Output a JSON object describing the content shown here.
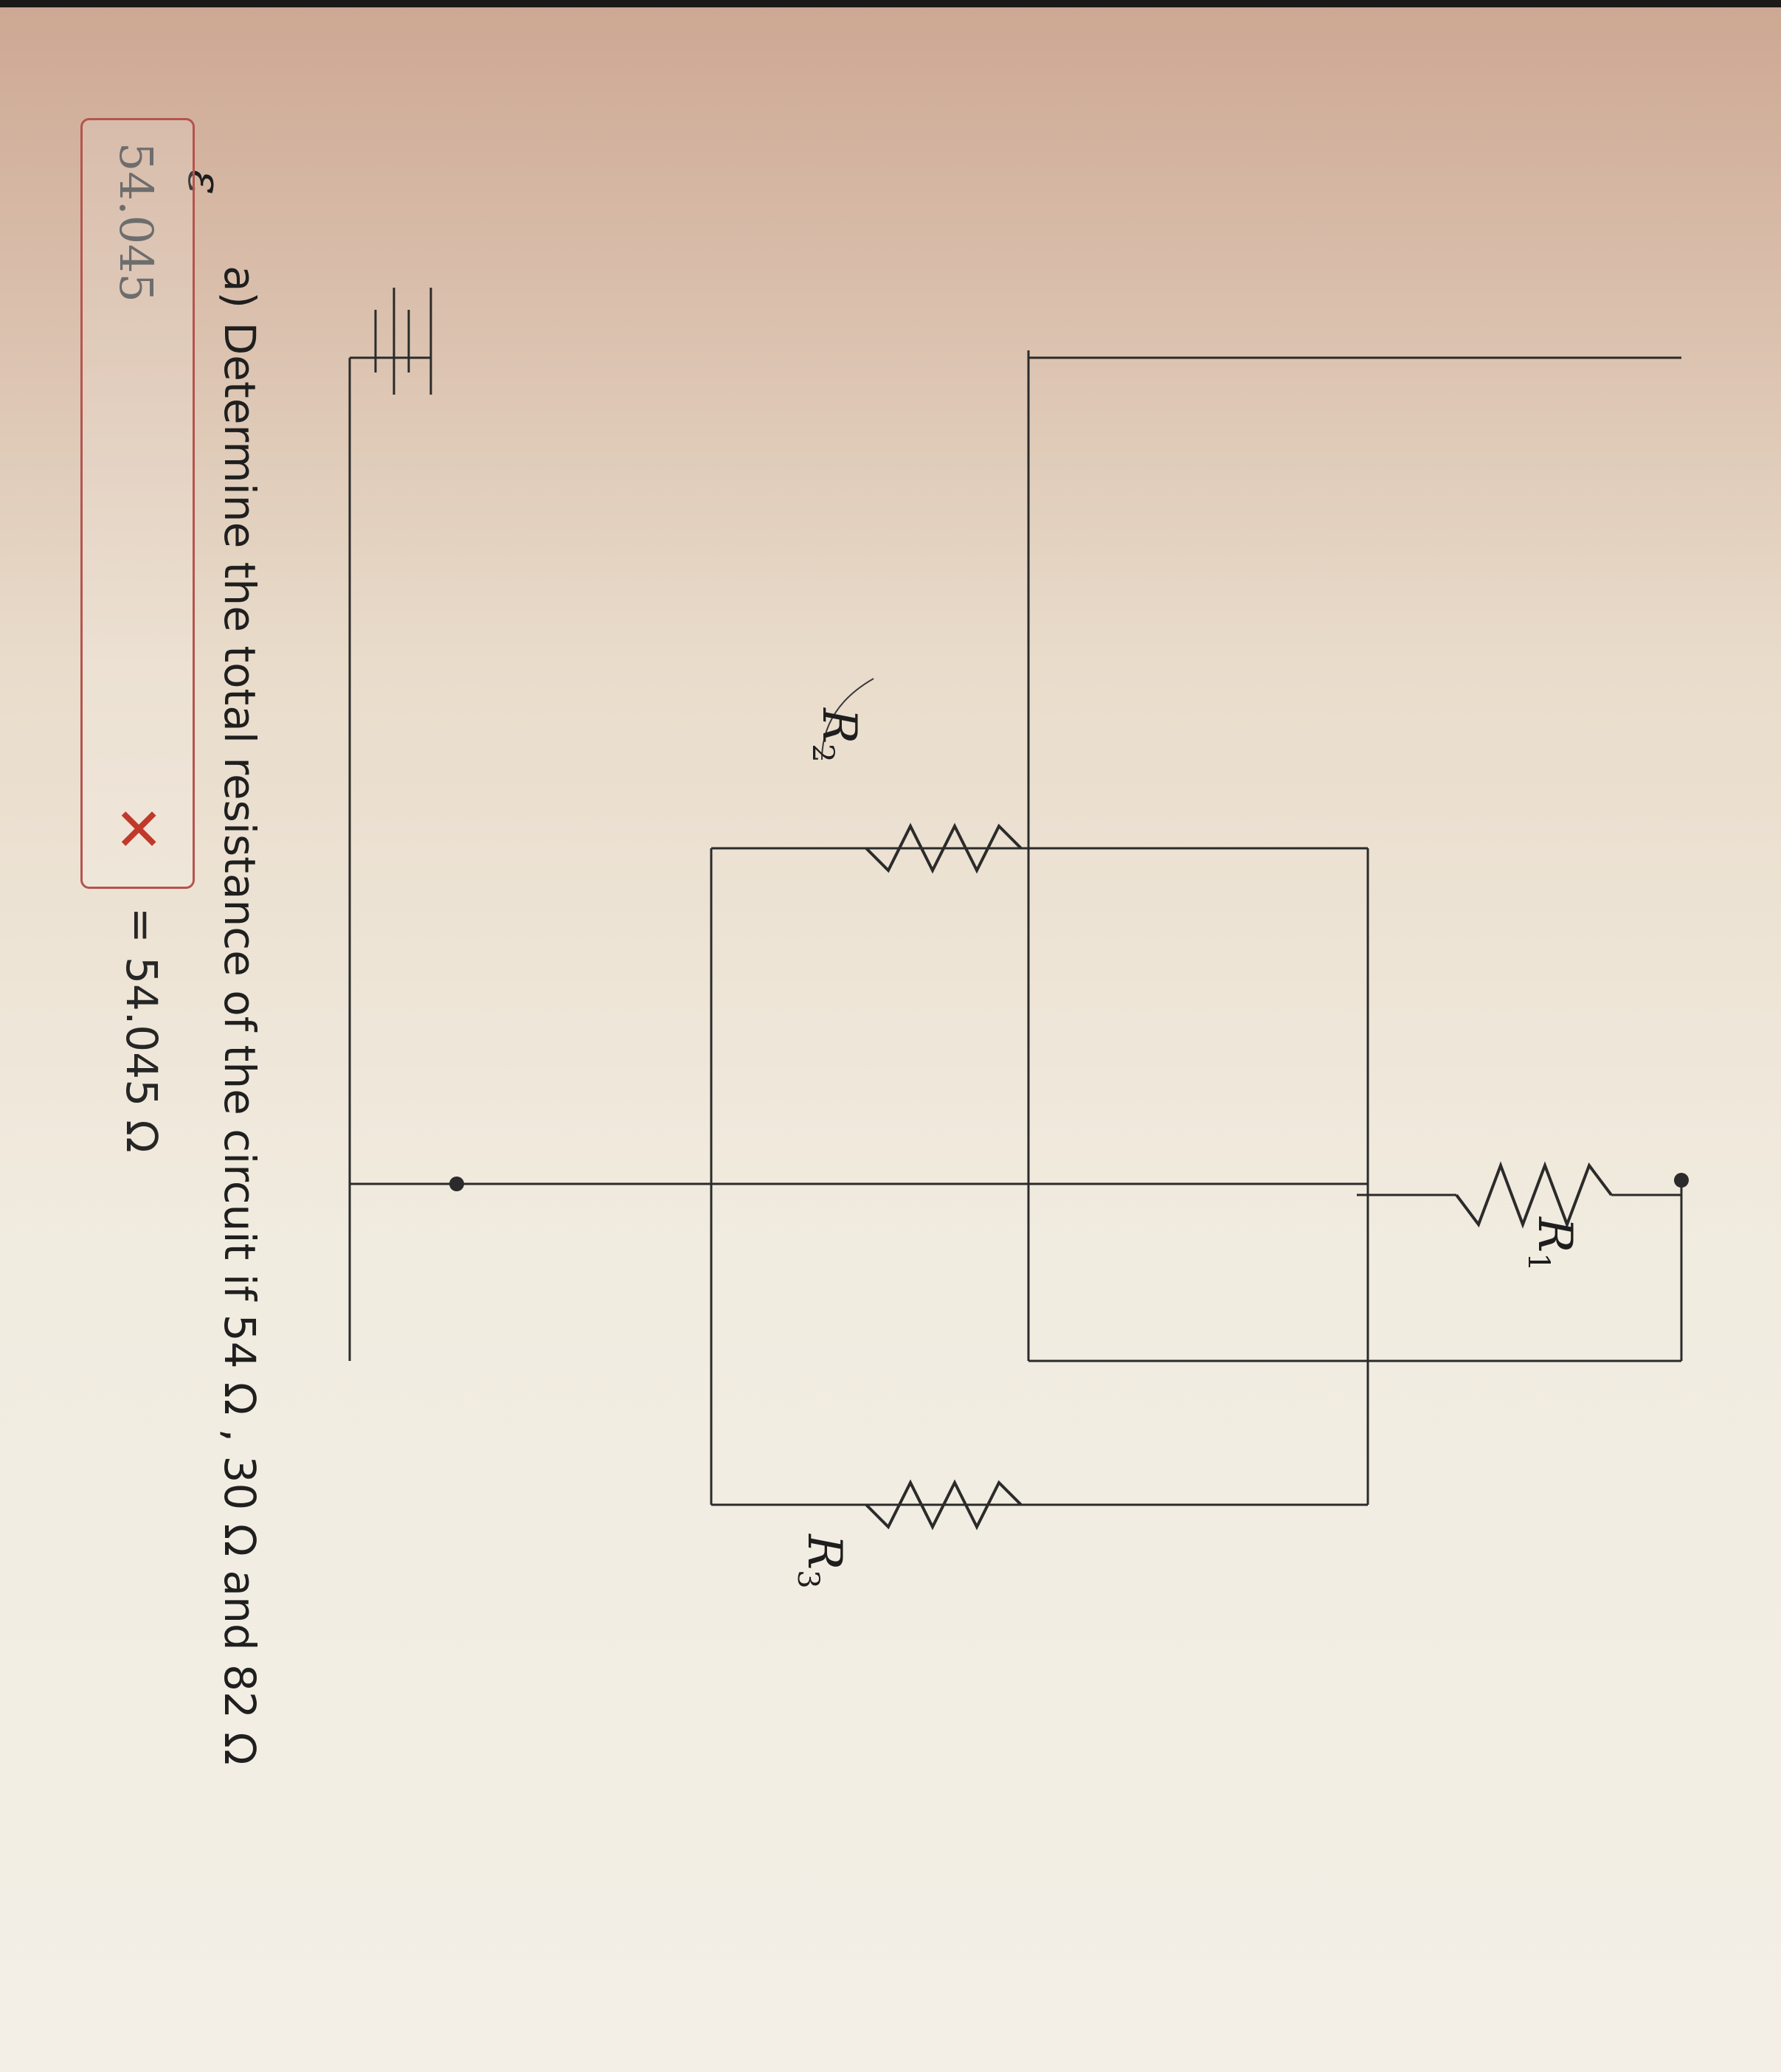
{
  "circuit": {
    "emf_label": "ε",
    "r1_label": "R",
    "r1_sub": "1",
    "r2_label": "R",
    "r2_sub": "2",
    "r3_label": "R",
    "r3_sub": "3"
  },
  "question": {
    "text": "a) Determine the total resistance of the circuit if 54 Ω , 30 Ω and 82 Ω"
  },
  "answer": {
    "value": "54.045",
    "status_icon": "✕",
    "feedback": "= 54.045  Ω"
  },
  "colors": {
    "wire": "#2b2b2b",
    "incorrect": "#c0392b"
  }
}
